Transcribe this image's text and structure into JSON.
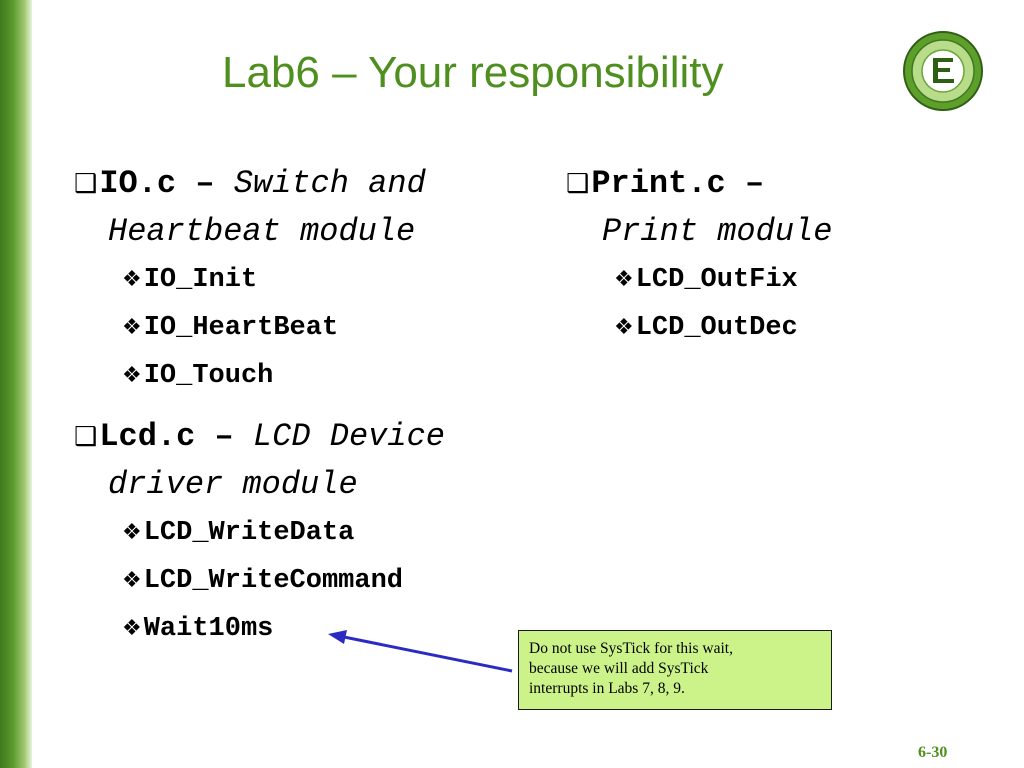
{
  "slide": {
    "title": "Lab6 – Your responsibility",
    "page_number": "6-30"
  },
  "left_column": {
    "io": {
      "name": "IO.c –",
      "desc_line1": "Switch and",
      "desc_line2": "Heartbeat module",
      "functions": [
        "IO_Init",
        "IO_HeartBeat",
        "IO_Touch"
      ]
    },
    "lcd": {
      "name": "Lcd.c –",
      "desc_line1": "LCD Device",
      "desc_line2": "driver module",
      "functions": [
        "LCD_WriteData",
        "LCD_WriteCommand",
        "Wait10ms"
      ]
    }
  },
  "right_column": {
    "print": {
      "name": "Print.c –",
      "desc_line2": "Print module",
      "functions": [
        "LCD_OutFix",
        "LCD_OutDec"
      ]
    }
  },
  "callout": {
    "line1": "Do not use SysTick for this wait,",
    "line2": "because we will add SysTick",
    "line3": "interrupts in Labs 7, 8, 9."
  },
  "colors": {
    "title": "#4f8f1f",
    "callout_bg": "#ccf38a",
    "arrow": "#2b2bc2"
  }
}
